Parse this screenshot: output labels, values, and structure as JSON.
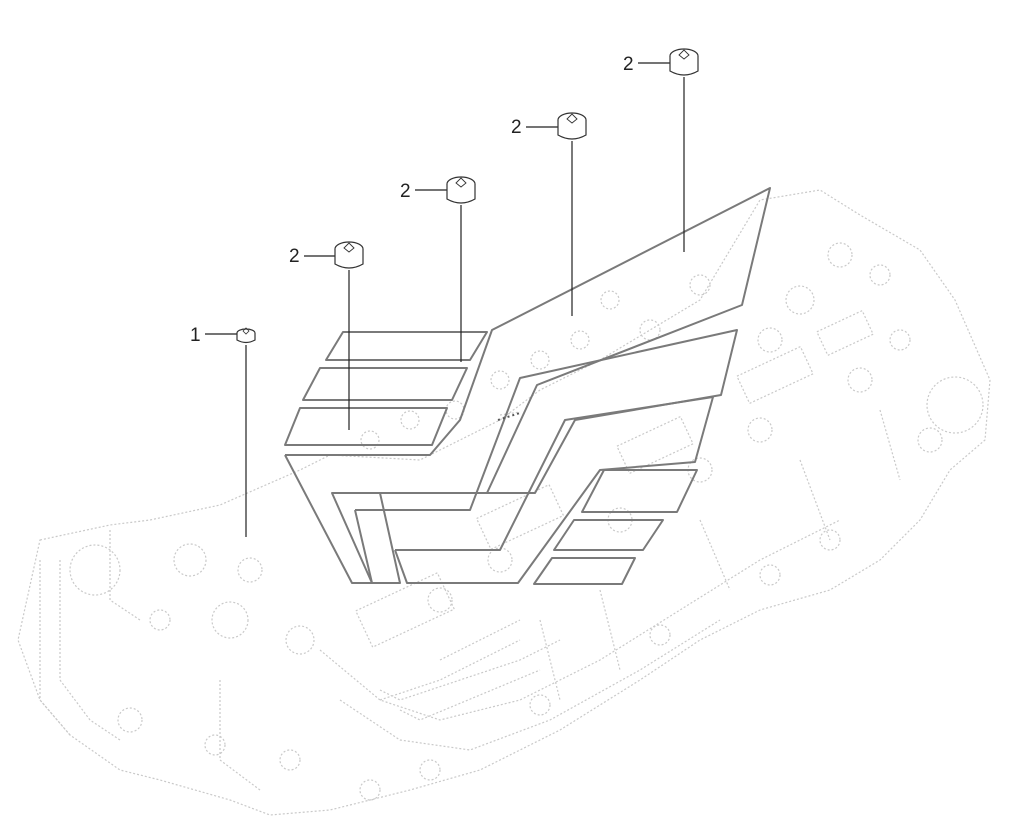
{
  "callouts": [
    {
      "id": "plug-small",
      "label": "1"
    },
    {
      "id": "plug-a",
      "label": "2"
    },
    {
      "id": "plug-b",
      "label": "2"
    },
    {
      "id": "plug-c",
      "label": "2"
    },
    {
      "id": "plug-d",
      "label": "2"
    }
  ],
  "colors": {
    "background": "#ffffff",
    "ghost_lines": "#c9c9c9",
    "gasket_outline": "#7a7a7a",
    "leader_lines": "#222222"
  }
}
